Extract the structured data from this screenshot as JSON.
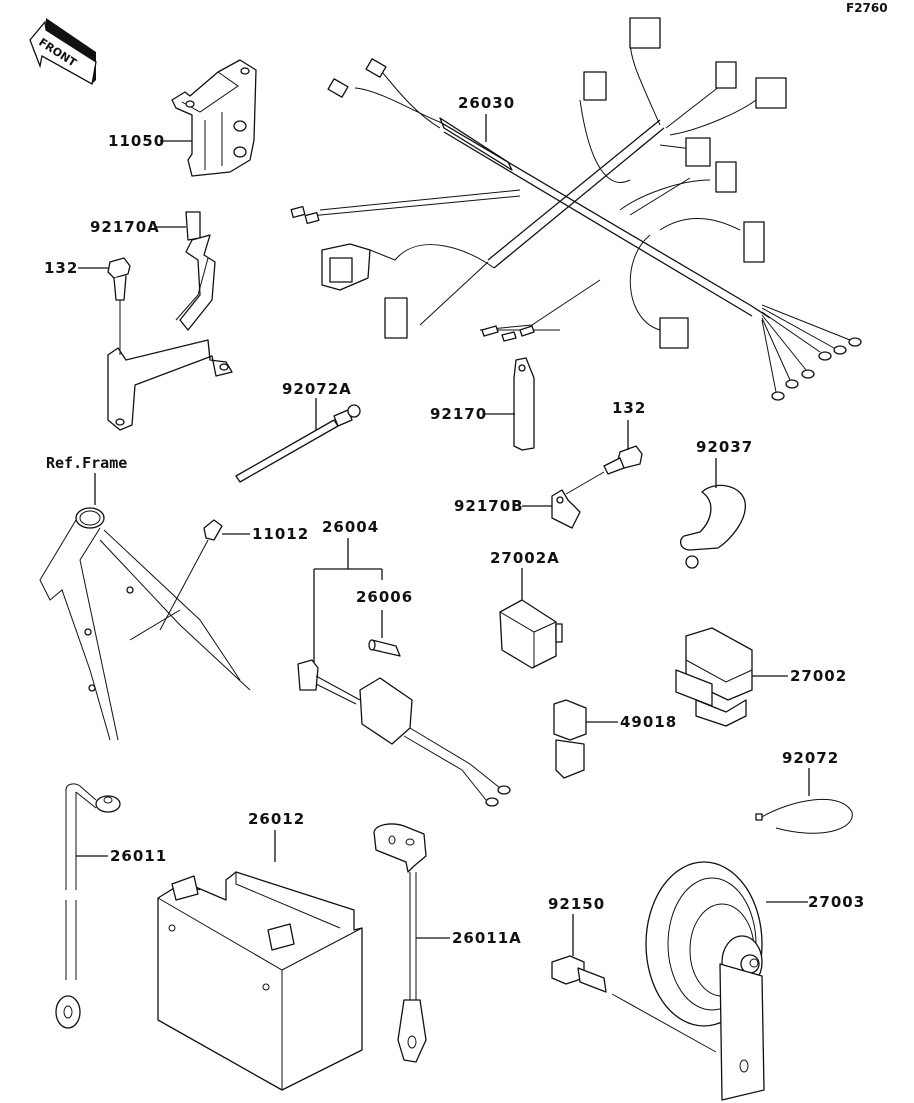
{
  "figure_code": "F2760",
  "front_marker": "FRONT",
  "reference_label": "Ref.Frame",
  "parts": [
    {
      "id": "11050",
      "name": "bracket"
    },
    {
      "id": "92170A",
      "name": "clamp"
    },
    {
      "id": "132",
      "name": "bolt"
    },
    {
      "id": "26030",
      "name": "main-wiring-harness"
    },
    {
      "id": "92072A",
      "name": "cable-tie"
    },
    {
      "id": "92170",
      "name": "clamp-strap"
    },
    {
      "id": "132",
      "name": "bolt"
    },
    {
      "id": "92170B",
      "name": "clamp"
    },
    {
      "id": "92037",
      "name": "clamp"
    },
    {
      "id": "11012",
      "name": "cap"
    },
    {
      "id": "26004",
      "name": "fuse-holder-assembly"
    },
    {
      "id": "26006",
      "name": "fuse"
    },
    {
      "id": "27002A",
      "name": "relay"
    },
    {
      "id": "27002",
      "name": "relay"
    },
    {
      "id": "49018",
      "name": "connector"
    },
    {
      "id": "92072",
      "name": "cable-tie"
    },
    {
      "id": "26011",
      "name": "battery-cable"
    },
    {
      "id": "26012",
      "name": "battery"
    },
    {
      "id": "26011A",
      "name": "battery-cable"
    },
    {
      "id": "92150",
      "name": "bolt"
    },
    {
      "id": "27003",
      "name": "horn"
    }
  ]
}
